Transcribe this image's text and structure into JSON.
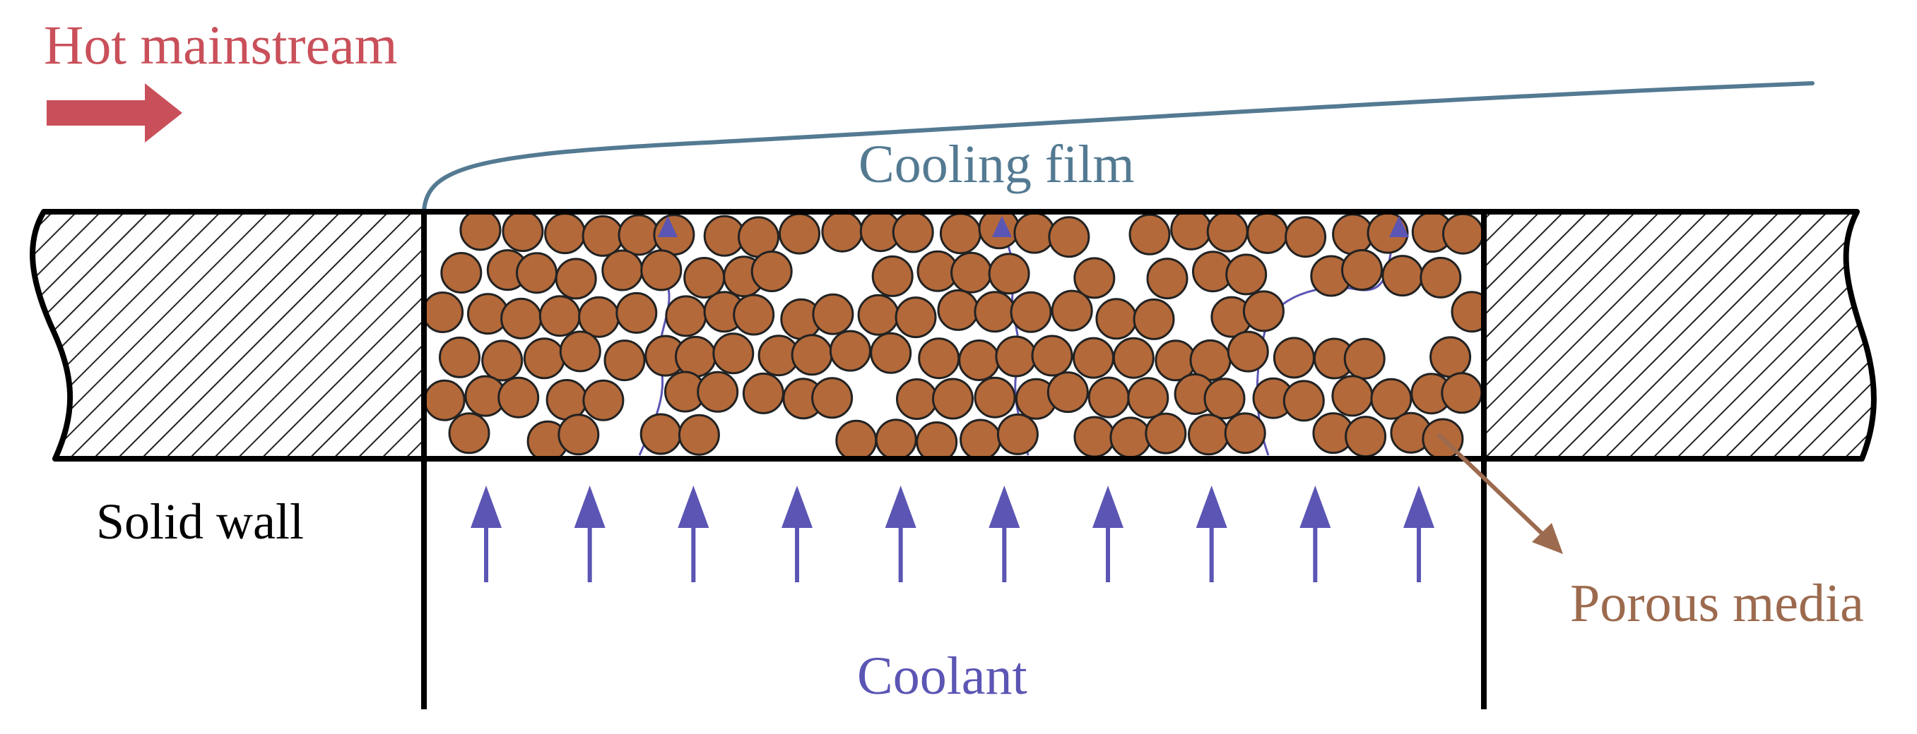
{
  "labels": {
    "hot_mainstream": "Hot mainstream",
    "cooling_film": "Cooling film",
    "solid_wall": "Solid wall",
    "porous_media": "Porous media",
    "coolant": "Coolant"
  },
  "colors": {
    "hot_mainstream": "#c9505a",
    "cooling_film": "#547a92",
    "coolant": "#5b55b4",
    "particle_fill": "#b3693a",
    "particle_stroke": "#222222",
    "porous_media_label": "#9c6a4e",
    "outline": "#000000"
  },
  "icons": {
    "hot_arrow": "arrow-right-icon",
    "coolant_arrow": "arrow-up-icon",
    "pointer": "arrow-down-right-icon"
  },
  "coolant_arrow_count": 10,
  "flow_path_count": 3
}
